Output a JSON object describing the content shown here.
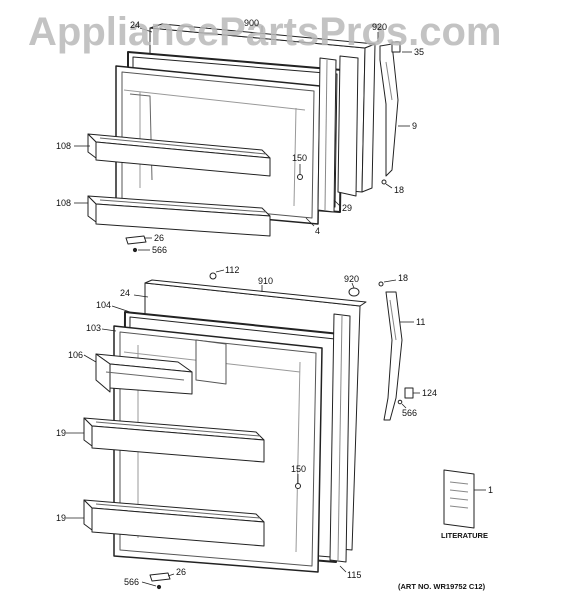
{
  "watermark": "AppliancePartsPros.com",
  "callouts": {
    "c24a": "24",
    "c900": "900",
    "c920a": "920",
    "c35": "35",
    "c9": "9",
    "c108a": "108",
    "c150a": "150",
    "c108b": "108",
    "c29": "29",
    "c4": "4",
    "c18a": "18",
    "c26a": "26",
    "c566a": "566",
    "c112": "112",
    "c910": "910",
    "c920b": "920",
    "c18b": "18",
    "c24b": "24",
    "c104": "104",
    "c103": "103",
    "c11": "11",
    "c106": "106",
    "c124": "124",
    "c566b": "566",
    "c19a": "19",
    "c150b": "150",
    "c19b": "19",
    "c1": "1",
    "c115": "115",
    "c566c": "566",
    "c26b": "26"
  },
  "literature_label": "LITERATURE",
  "art_number": "(ART NO. WR19752 C12)"
}
